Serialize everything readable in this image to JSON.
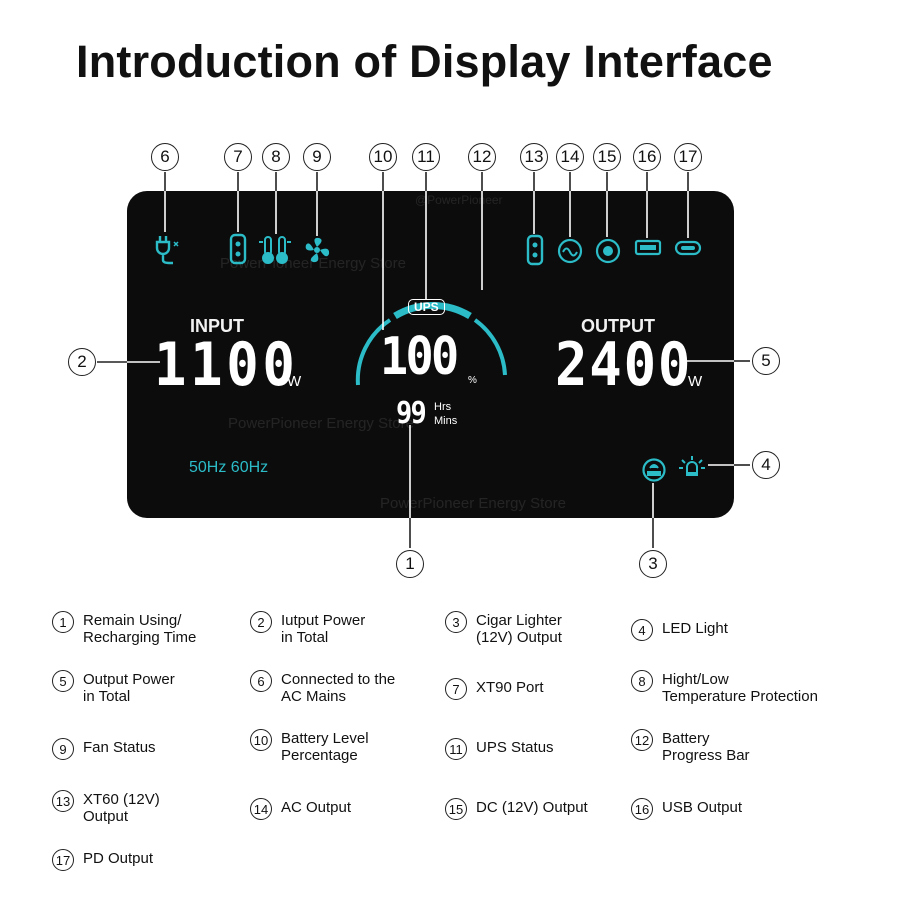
{
  "title": "Introduction of Display Interface",
  "display": {
    "input_label": "INPUT",
    "input_value": "1100",
    "input_unit": "W",
    "output_label": "OUTPUT",
    "output_value": "2400",
    "output_unit": "W",
    "battery_percent": "100",
    "percent_unit": "%",
    "ups_label": "UPS",
    "time_value": "99",
    "time_hrs": "Hrs",
    "time_mins": "Mins",
    "frequency": "50Hz 60Hz",
    "accent_color": "#2bbcc8",
    "watermark_text": "PowerPioneer Energy Store",
    "watermark_handle": "@PowerPioneer",
    "icons": [
      "ac-plug-icon",
      "xt90-port-icon",
      "temperature-icon",
      "fan-icon",
      "xt60-icon",
      "ac-output-icon",
      "dc-output-icon",
      "usb-output-icon",
      "pd-output-icon",
      "cigar-lighter-icon",
      "led-light-icon"
    ]
  },
  "callouts": [
    "1",
    "2",
    "3",
    "4",
    "5",
    "6",
    "7",
    "8",
    "9",
    "10",
    "11",
    "12",
    "13",
    "14",
    "15",
    "16",
    "17"
  ],
  "legend": [
    {
      "num": "1",
      "text": "Remain Using/\nRecharging Time"
    },
    {
      "num": "2",
      "text": "Iutput Power\nin Total"
    },
    {
      "num": "3",
      "text": "Cigar Lighter\n(12V) Output"
    },
    {
      "num": "4",
      "text": "LED Light"
    },
    {
      "num": "5",
      "text": "Output Power\nin Total"
    },
    {
      "num": "6",
      "text": "Connected to the\nAC Mains"
    },
    {
      "num": "7",
      "text": "XT90 Port"
    },
    {
      "num": "8",
      "text": "Hight/Low\nTemperature Protection"
    },
    {
      "num": "9",
      "text": "Fan Status"
    },
    {
      "num": "10",
      "text": "Battery Level\nPercentage"
    },
    {
      "num": "11",
      "text": "UPS Status"
    },
    {
      "num": "12",
      "text": "Battery\nProgress Bar"
    },
    {
      "num": "13",
      "text": "XT60 (12V)\nOutput"
    },
    {
      "num": "14",
      "text": "AC Output"
    },
    {
      "num": "15",
      "text": "DC (12V) Output"
    },
    {
      "num": "16",
      "text": "USB Output"
    },
    {
      "num": "17",
      "text": "PD Output"
    }
  ]
}
